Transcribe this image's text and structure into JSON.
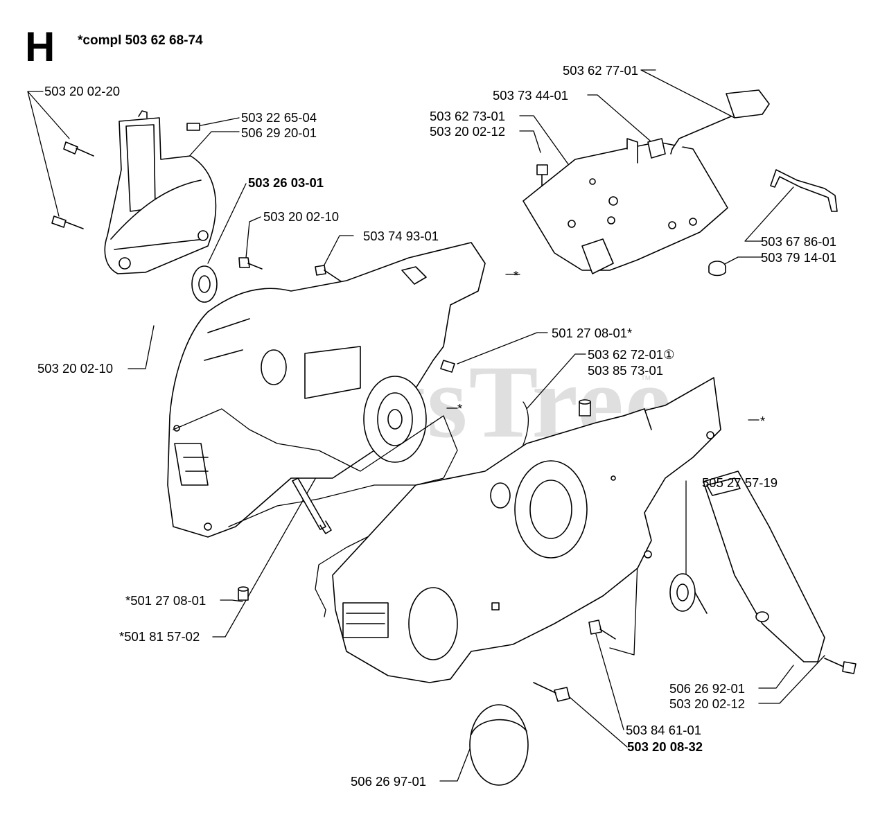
{
  "diagram": {
    "section_letter": "H",
    "compl_note": "*compl 503 62 68-74",
    "watermark": "PartsTree",
    "watermark_tm": "™",
    "part_labels": [
      "503 20 02-20",
      "503 22 65-04",
      "506 29 20-01",
      "503 26 03-01",
      "503 20 02-10",
      "503 74 93-01",
      "503 20 02-10",
      "503 62 77-01",
      "503 73 44-01",
      "503 62 73-01",
      "503 20 02-12",
      "503 67 86-01",
      "503 79 14-01",
      "*",
      "501 27 08-01*",
      "503 62 72-01①",
      "503 85 73-01",
      "*",
      "*",
      "505 27 57-19",
      "*501 27 08-01",
      "*501 81 57-02",
      "506 26 92-01",
      "503 20 02-12",
      "503 84 61-01",
      "503 20 08-32",
      "506 26 97-01"
    ]
  }
}
